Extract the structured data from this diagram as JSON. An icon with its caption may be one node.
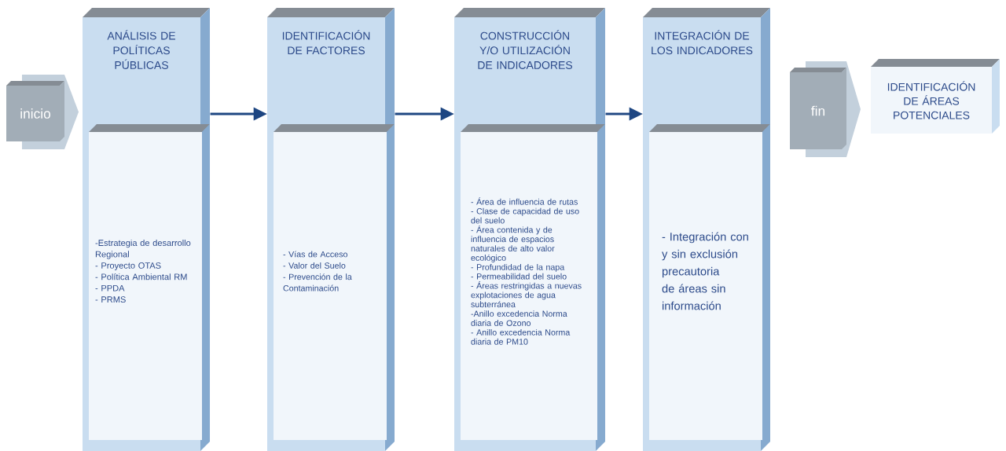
{
  "diagram": {
    "nodes": [
      {
        "text": [
          "inicio"
        ]
      },
      {
        "text": [
          "ANÁLISIS DE POLÍTICAS PÚBLICAS"
        ]
      },
      {
        "text": [
          "-Estrategia de desarrollo Regional",
          "- Proyecto OTAS",
          "- Política Ambiental RM",
          "- PPDA",
          "- PRMS"
        ],
        "in": 1
      },
      {
        "text": [
          "IDENTIFICACIÓN DE FACTORES"
        ]
      },
      {
        "text": [
          "- Vías de Acceso",
          "- Valor del Suelo",
          "- Prevención de la Contaminación"
        ],
        "in": 3
      },
      {
        "text": [
          "CONSTRUCCIÓN Y/O UTILIZACIÓN DE INDICADORES"
        ]
      },
      {
        "text": [
          "- Área de influencia de rutas",
          "- Clase de capacidad de uso del suelo",
          "- Área contenida y de influencia de espacios naturales de alto valor ecológico",
          "- Profundidad de la napa",
          "- Permeabilidad del suelo",
          "- Áreas restringidas a nuevas explotaciones de agua subterránea",
          "-Anillo excedencia Norma diaria de Ozono",
          "- Anillo excedencia Norma diaria de PM10"
        ],
        "in": 5
      },
      {
        "text": [
          "INTEGRACIÓN DE LOS INDICADORES"
        ]
      },
      {
        "text": [
          "- Integración con y sin exclusión precautoria de áreas sin información"
        ],
        "in": 7
      },
      {
        "text": [
          "fin"
        ]
      },
      {
        "text": [
          "IDENTIFICACIÓN DE ÁREAS POTENCIALES"
        ]
      }
    ],
    "edges": [
      {
        "from": 1,
        "to": 3,
        "arrow": "to"
      },
      {
        "from": 3,
        "to": 5,
        "arrow": "to"
      },
      {
        "from": 5,
        "to": 7,
        "arrow": "to"
      }
    ]
  }
}
